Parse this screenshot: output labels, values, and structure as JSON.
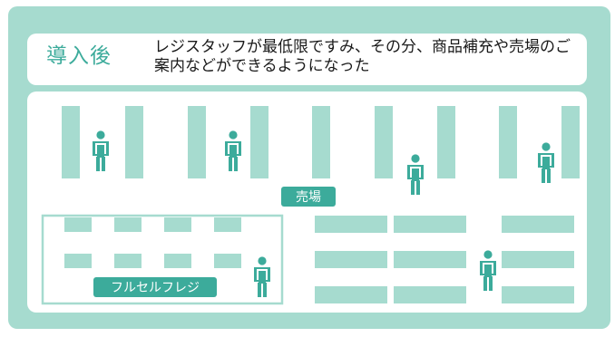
{
  "header": {
    "title": "導入後",
    "description": "レジスタッフが最低限ですみ、その分、商品補充や売場のご案内などができるようになった"
  },
  "floor": {
    "area_label": "売場",
    "register_label": "フルセルフレジ"
  },
  "colors": {
    "frame": "#a6dbcf",
    "accent": "#3cab9b",
    "shelf": "#a6dbcf",
    "panel": "#ffffff"
  }
}
